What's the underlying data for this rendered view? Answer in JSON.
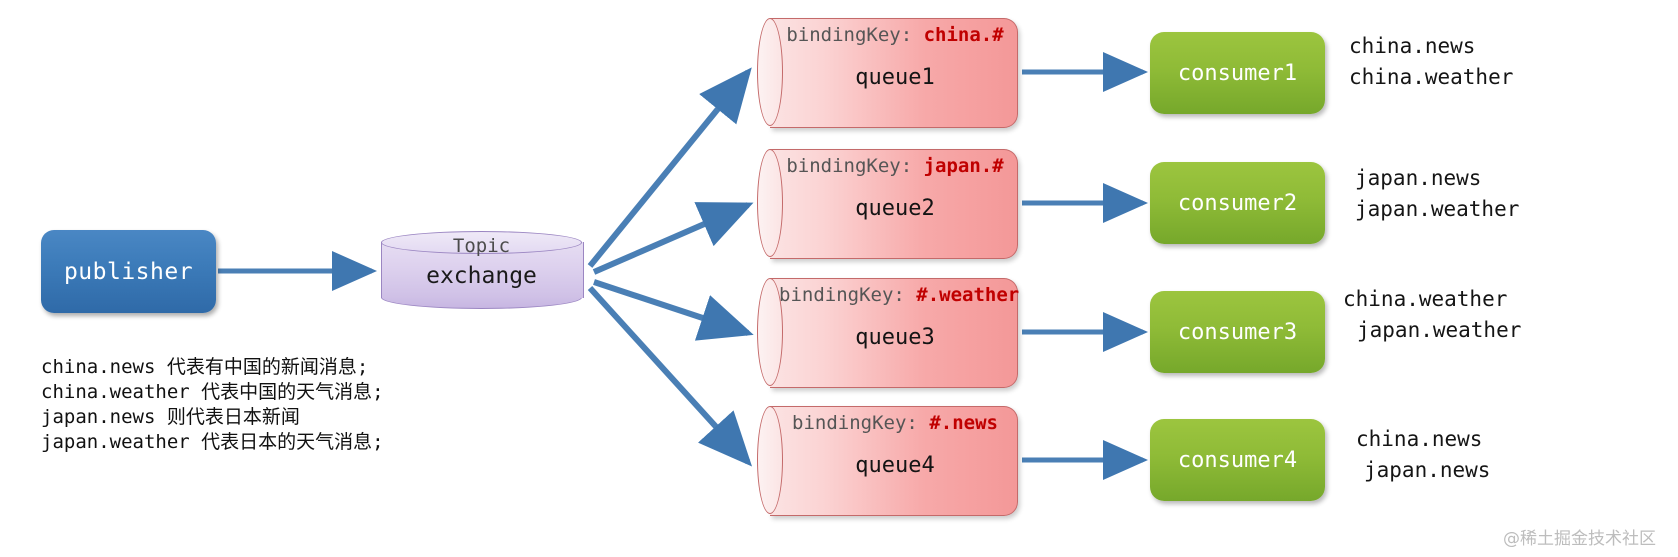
{
  "publisher": {
    "label": "publisher"
  },
  "exchange": {
    "type_label": "Topic",
    "name_label": "exchange"
  },
  "rows": [
    {
      "binding_prefix": "bindingKey: ",
      "binding_key": "china.#",
      "queue_label": "queue1",
      "consumer_label": "consumer1",
      "routing_keys": [
        "china.news",
        "china.weather"
      ]
    },
    {
      "binding_prefix": "bindingKey: ",
      "binding_key": "japan.#",
      "queue_label": "queue2",
      "consumer_label": "consumer2",
      "routing_keys": [
        "japan.news",
        "japan.weather"
      ]
    },
    {
      "binding_prefix": "bindingKey: ",
      "binding_key": "#.weather",
      "queue_label": "queue3",
      "consumer_label": "consumer3",
      "routing_keys": [
        "china.weather",
        "japan.weather"
      ]
    },
    {
      "binding_prefix": "bindingKey: ",
      "binding_key": "#.news",
      "queue_label": "queue4",
      "consumer_label": "consumer4",
      "routing_keys": [
        "china.news",
        "japan.news"
      ]
    }
  ],
  "legend": {
    "lines": [
      "china.news 代表有中国的新闻消息;",
      "china.weather 代表中国的天气消息;",
      "japan.news 则代表日本新闻",
      "japan.weather 代表日本的天气消息;"
    ]
  },
  "watermark": {
    "text": "@稀土掘金技术社区"
  },
  "colors": {
    "publisher": "#3d7cba",
    "exchange": "#ddd1ee",
    "queue": "#f7a9a9",
    "consumer": "#8fbb37",
    "arrow": "#4a7fb5",
    "binding_key": "#c00000"
  }
}
